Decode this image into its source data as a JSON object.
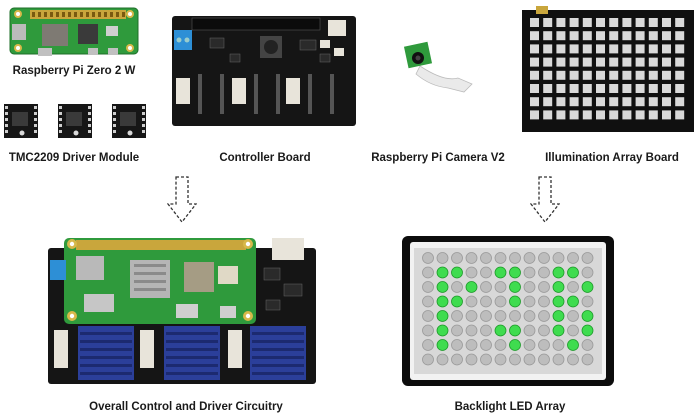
{
  "captions": {
    "rpi_zero": "Raspberry Pi Zero 2 W",
    "tmc2209": "TMC2209 Driver Module",
    "controller_board": "Controller Board",
    "camera": "Raspberry Pi Camera V2",
    "illumination_array": "Illumination Array Board",
    "overall_control": "Overall Control and Driver Circuitry",
    "backlight_led": "Backlight LED Array"
  },
  "colors": {
    "pcb_green": "#2f9a3c",
    "pcb_black": "#151515",
    "heatsink_blue": "#2b3f9a",
    "led_green": "#3fdc4f",
    "terminal_blue": "#2d8fd6",
    "arrow_stroke": "#333333"
  }
}
